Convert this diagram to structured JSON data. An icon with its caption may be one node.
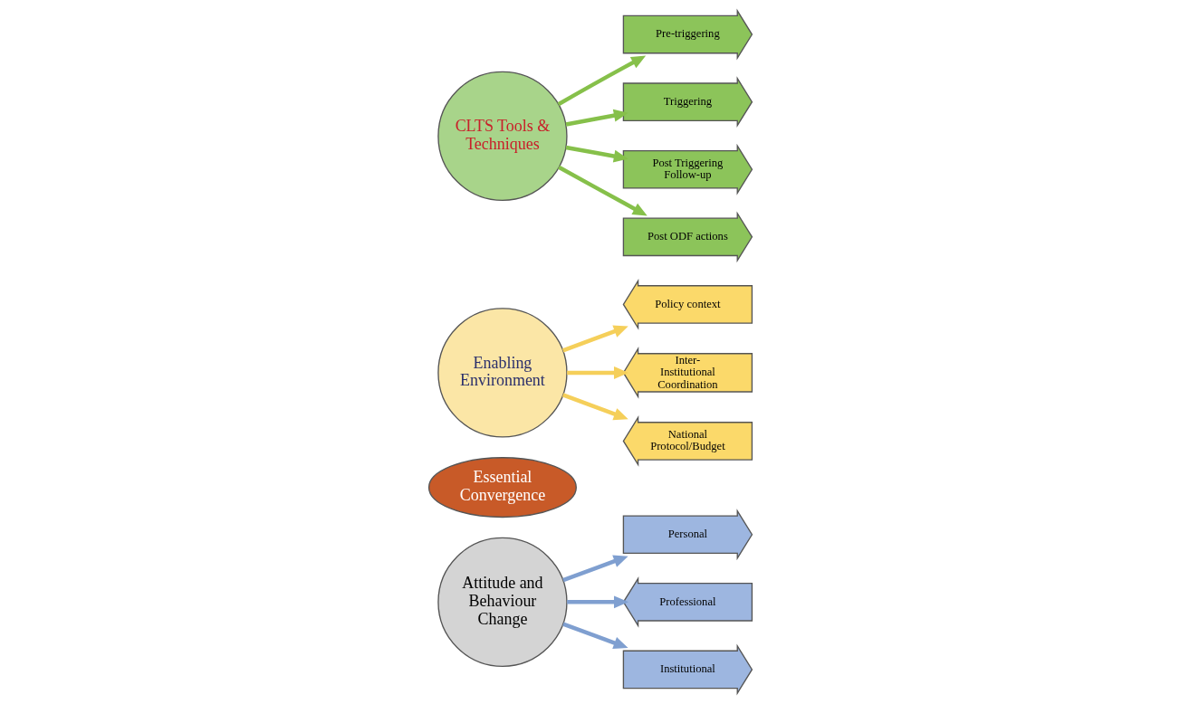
{
  "diagram": {
    "nodes": [
      {
        "text": [
          "Attitude and Behaviour Change"
        ]
      },
      {
        "text": [
          "Personal"
        ]
      },
      {
        "text": [
          "Professional"
        ]
      },
      {
        "text": [
          "Institutional"
        ]
      },
      {
        "text": [
          "Essential Convergence"
        ]
      },
      {
        "text": [
          "Policy context"
        ]
      },
      {
        "text": [
          "Inter- Institutional Coordination"
        ]
      },
      {
        "text": [
          "National Protocol/Budget"
        ]
      },
      {
        "text": [
          "Enabling Environment"
        ]
      },
      {
        "text": [
          "CLTS Tools & Techniques"
        ]
      },
      {
        "text": [
          "Pre-triggering"
        ]
      },
      {
        "text": [
          "Triggering"
        ]
      },
      {
        "text": [
          "Post Triggering Follow-up"
        ]
      },
      {
        "text": [
          "Post ODF actions"
        ]
      }
    ],
    "edges": [
      {
        "from": 0,
        "to": 1,
        "arrow": "to",
        "color": "#7f9fd0"
      },
      {
        "from": 0,
        "to": 2,
        "arrow": "to",
        "color": "#7f9fd0"
      },
      {
        "from": 0,
        "to": 3,
        "arrow": "to",
        "color": "#7f9fd0"
      },
      {
        "from": 8,
        "to": 5,
        "arrow": "to",
        "color": "#f5cf5a"
      },
      {
        "from": 8,
        "to": 6,
        "arrow": "to",
        "color": "#f5cf5a"
      },
      {
        "from": 8,
        "to": 7,
        "arrow": "to",
        "color": "#f5cf5a"
      },
      {
        "from": 9,
        "to": 10,
        "arrow": "to"
      },
      {
        "from": 9,
        "to": 11,
        "arrow": "to"
      },
      {
        "from": 9,
        "to": 12,
        "arrow": "to"
      },
      {
        "from": 9,
        "to": 13,
        "arrow": "to"
      }
    ]
  }
}
